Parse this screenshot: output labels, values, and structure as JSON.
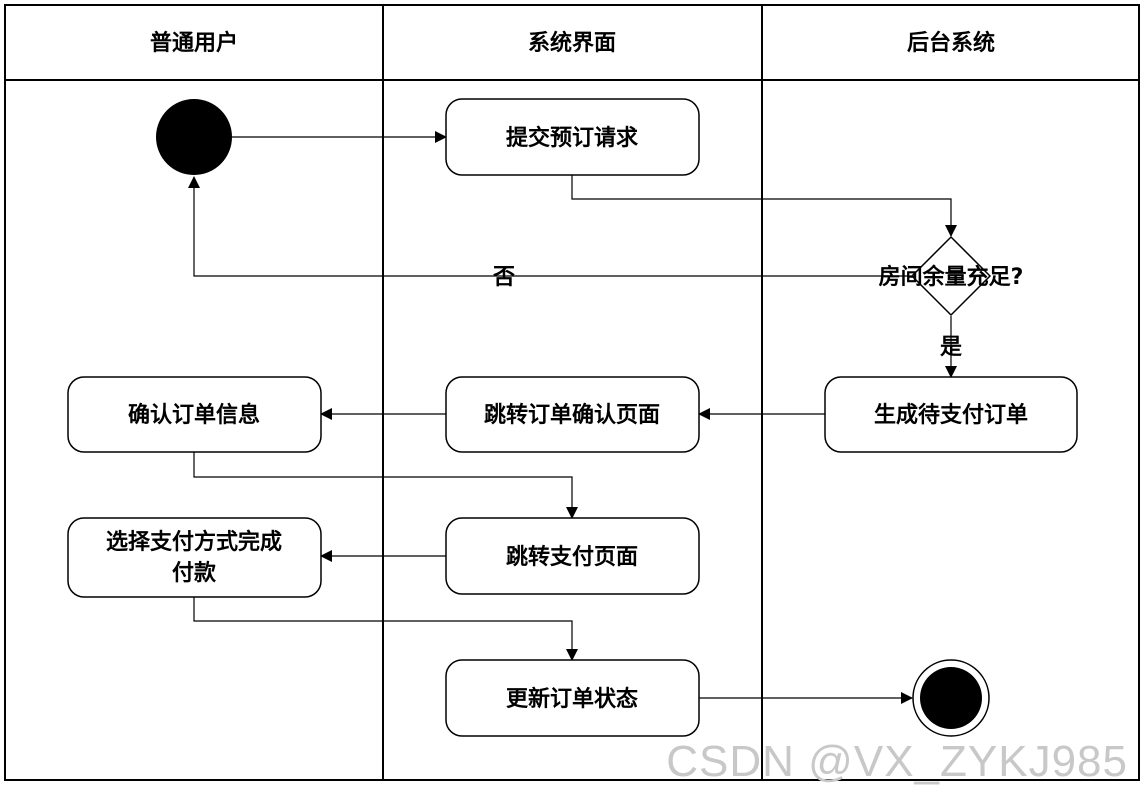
{
  "lanes": [
    {
      "title": "普通用户"
    },
    {
      "title": "系统界面"
    },
    {
      "title": "后台系统"
    }
  ],
  "nodes": {
    "submit": "提交预订请求",
    "decision": "房间余量充足?",
    "generate": "生成待支付订单",
    "jump_confirm": "跳转订单确认页面",
    "confirm": "确认订单信息",
    "jump_pay": "跳转支付页面",
    "choose_pay": [
      "选择支付方式完成",
      "付款"
    ],
    "update": "更新订单状态"
  },
  "edge_labels": {
    "no": "否",
    "yes": "是"
  },
  "watermark": "CSDN @VX_ZYKJ985"
}
